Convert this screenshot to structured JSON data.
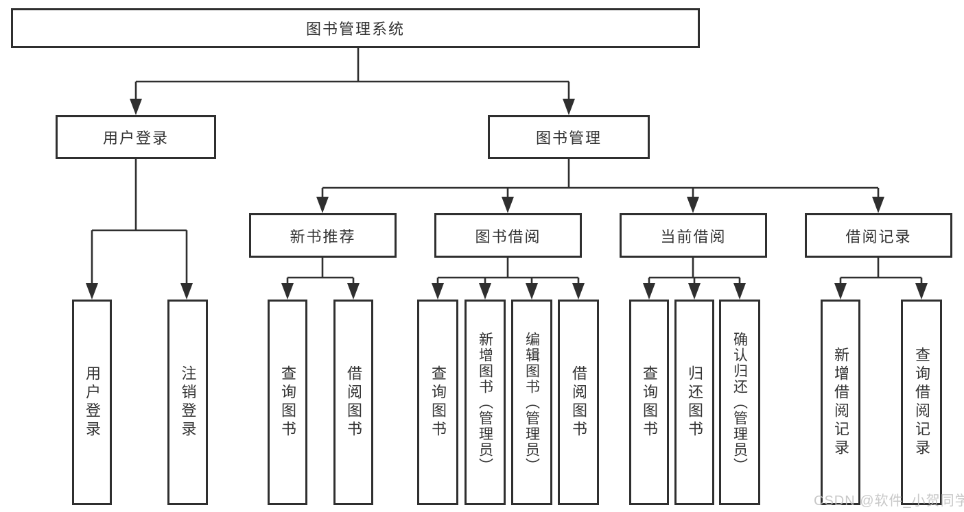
{
  "diagram": {
    "title": "图书管理系统",
    "watermark": "CSDN @软件_小贺同学",
    "nodes": {
      "root": {
        "label": "图书管理系统"
      },
      "user_login": {
        "label": "用户登录"
      },
      "book_mgmt": {
        "label": "图书管理"
      },
      "new_book_rec": {
        "label": "新书推荐"
      },
      "book_borrow": {
        "label": "图书借阅"
      },
      "current_borrow": {
        "label": "当前借阅"
      },
      "borrow_records": {
        "label": "借阅记录"
      },
      "leaf_user_login": {
        "label": "用户登录"
      },
      "leaf_logout": {
        "label": "注销登录"
      },
      "leaf_rec_query_books": {
        "label": "查询图书"
      },
      "leaf_rec_borrow_books": {
        "label": "借阅图书"
      },
      "leaf_bb_query_books": {
        "label": "查询图书"
      },
      "leaf_bb_add_books": {
        "label": "新增图书（管理员）"
      },
      "leaf_bb_edit_books": {
        "label": "编辑图书（管理员）"
      },
      "leaf_bb_borrow_books": {
        "label": "借阅图书"
      },
      "leaf_cb_query_books": {
        "label": "查询图书"
      },
      "leaf_cb_return_books": {
        "label": "归还图书"
      },
      "leaf_cb_confirm_return": {
        "label": "确认归还（管理员）"
      },
      "leaf_br_add_record": {
        "label": "新增借阅记录"
      },
      "leaf_br_query_record": {
        "label": "查询借阅记录"
      }
    },
    "hierarchy": {
      "图书管理系统": {
        "用户登录": [
          "用户登录",
          "注销登录"
        ],
        "图书管理": {
          "新书推荐": [
            "查询图书",
            "借阅图书"
          ],
          "图书借阅": [
            "查询图书",
            "新增图书（管理员）",
            "编辑图书（管理员）",
            "借阅图书"
          ],
          "当前借阅": [
            "查询图书",
            "归还图书",
            "确认归还（管理员）"
          ],
          "借阅记录": [
            "新增借阅记录",
            "查询借阅记录"
          ]
        }
      }
    },
    "colors": {
      "line": "#2f2f2f",
      "border": "#2f2f2f",
      "text": "#333333",
      "background": "#ffffff",
      "watermark": "#bebebe"
    }
  }
}
